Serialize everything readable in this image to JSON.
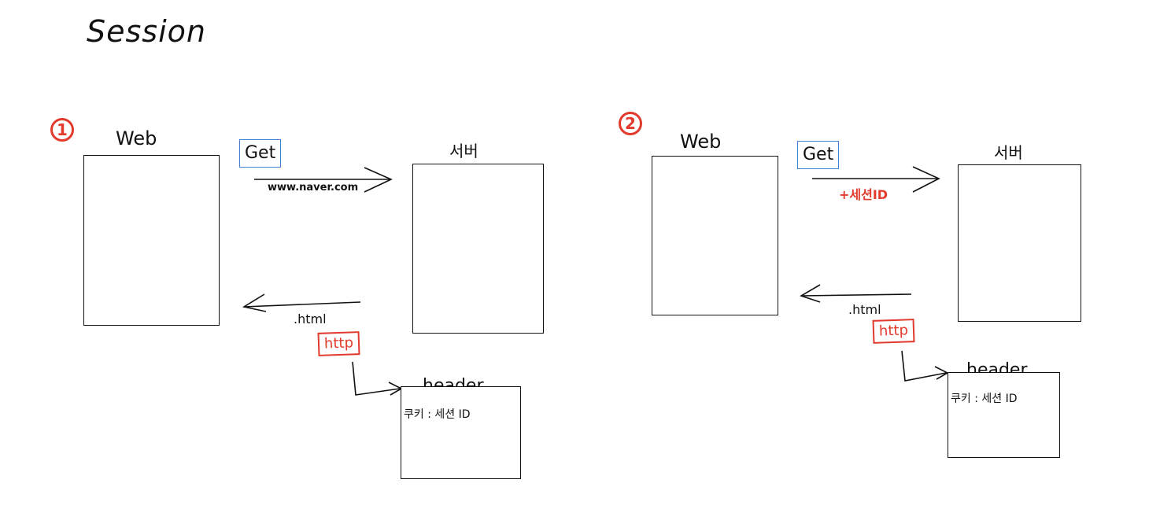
{
  "title": "Session",
  "panel1": {
    "step": "1",
    "web_label": "Web",
    "server_label": "서버",
    "get_label": "Get",
    "request_label": "www.naver.com",
    "response_label": ".html",
    "http_label": "http",
    "header_label": "header",
    "header_content": "쿠키 : 세션 ID"
  },
  "panel2": {
    "step": "2",
    "web_label": "Web",
    "server_label": "서버",
    "get_label": "Get",
    "request_label": "+세션ID",
    "response_label": ".html",
    "http_label": "http",
    "header_label": "header",
    "header_content": "쿠키 : 세션 ID"
  },
  "colors": {
    "accent_red": "#e23a2c",
    "get_blue": "#3f7fd1",
    "ink": "#111111"
  }
}
